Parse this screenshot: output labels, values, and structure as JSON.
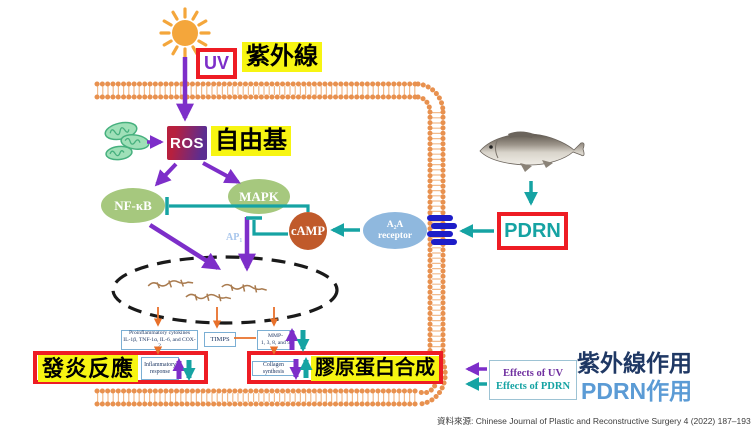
{
  "colors": {
    "uv_effect_purple": "#7D2EC9",
    "pdrn_effect_teal": "#16A3A3",
    "membrane_orange": "#E8914F",
    "highlight_yellow": "#F7F512",
    "alert_red": "#EE1C24",
    "node_green": "#A6C87E",
    "ros_gradient": [
      "#B7203E",
      "#5C2D91"
    ],
    "camp_orange": "#C05A2B",
    "receptor_blue": "#8FB8DE",
    "coil_blue": "#1D1DC8",
    "navy": "#1F3864",
    "pdrn_blue": "#5B9BD5",
    "cascade_arrow_orange": "#E8702A"
  },
  "icons": {
    "sun": "sun-icon",
    "mitochondria": "mitochondria-icon",
    "fish": "fish-icon",
    "membrane_receptor": "membrane-receptor-icon",
    "fibroblasts": "fibroblast-icon"
  },
  "nodes": {
    "uv": "UV",
    "ros": "ROS",
    "nfkb": "NF-κB",
    "mapk": "MAPK",
    "camp": "cAMP",
    "ap1": "AP₁",
    "a2a_line1": "A₂A",
    "a2a_line2": "receptor",
    "pdrn": "PDRN"
  },
  "highlights": {
    "uv_zh": "紫外線",
    "ros_zh": "自由基",
    "inflammation_zh": "發炎反應",
    "collagen_zh": "膠原蛋白合成"
  },
  "boxes": {
    "proinflammatory_line1": "Proinflammatory cytokines",
    "proinflammatory_line2": "IL-1β, TNF-1α, IL-6, and COX-2",
    "timps": "TIMPS",
    "mmp_line1": "MMP-",
    "mmp_line2": "1, 3, 8, and 9",
    "inflammatory_response": "Inflammatory response",
    "collagen_synthesis": "Collagen synthesis"
  },
  "legend": {
    "uv": "Effects of UV",
    "pdrn": "Effects of PDRN"
  },
  "annotations": {
    "uv_effect_zh": "紫外線作用",
    "pdrn_effect_zh": "PDRN作用"
  },
  "source": "資料來源: Chinese Journal of Plastic and Reconstructive Surgery 4 (2022) 187–193"
}
